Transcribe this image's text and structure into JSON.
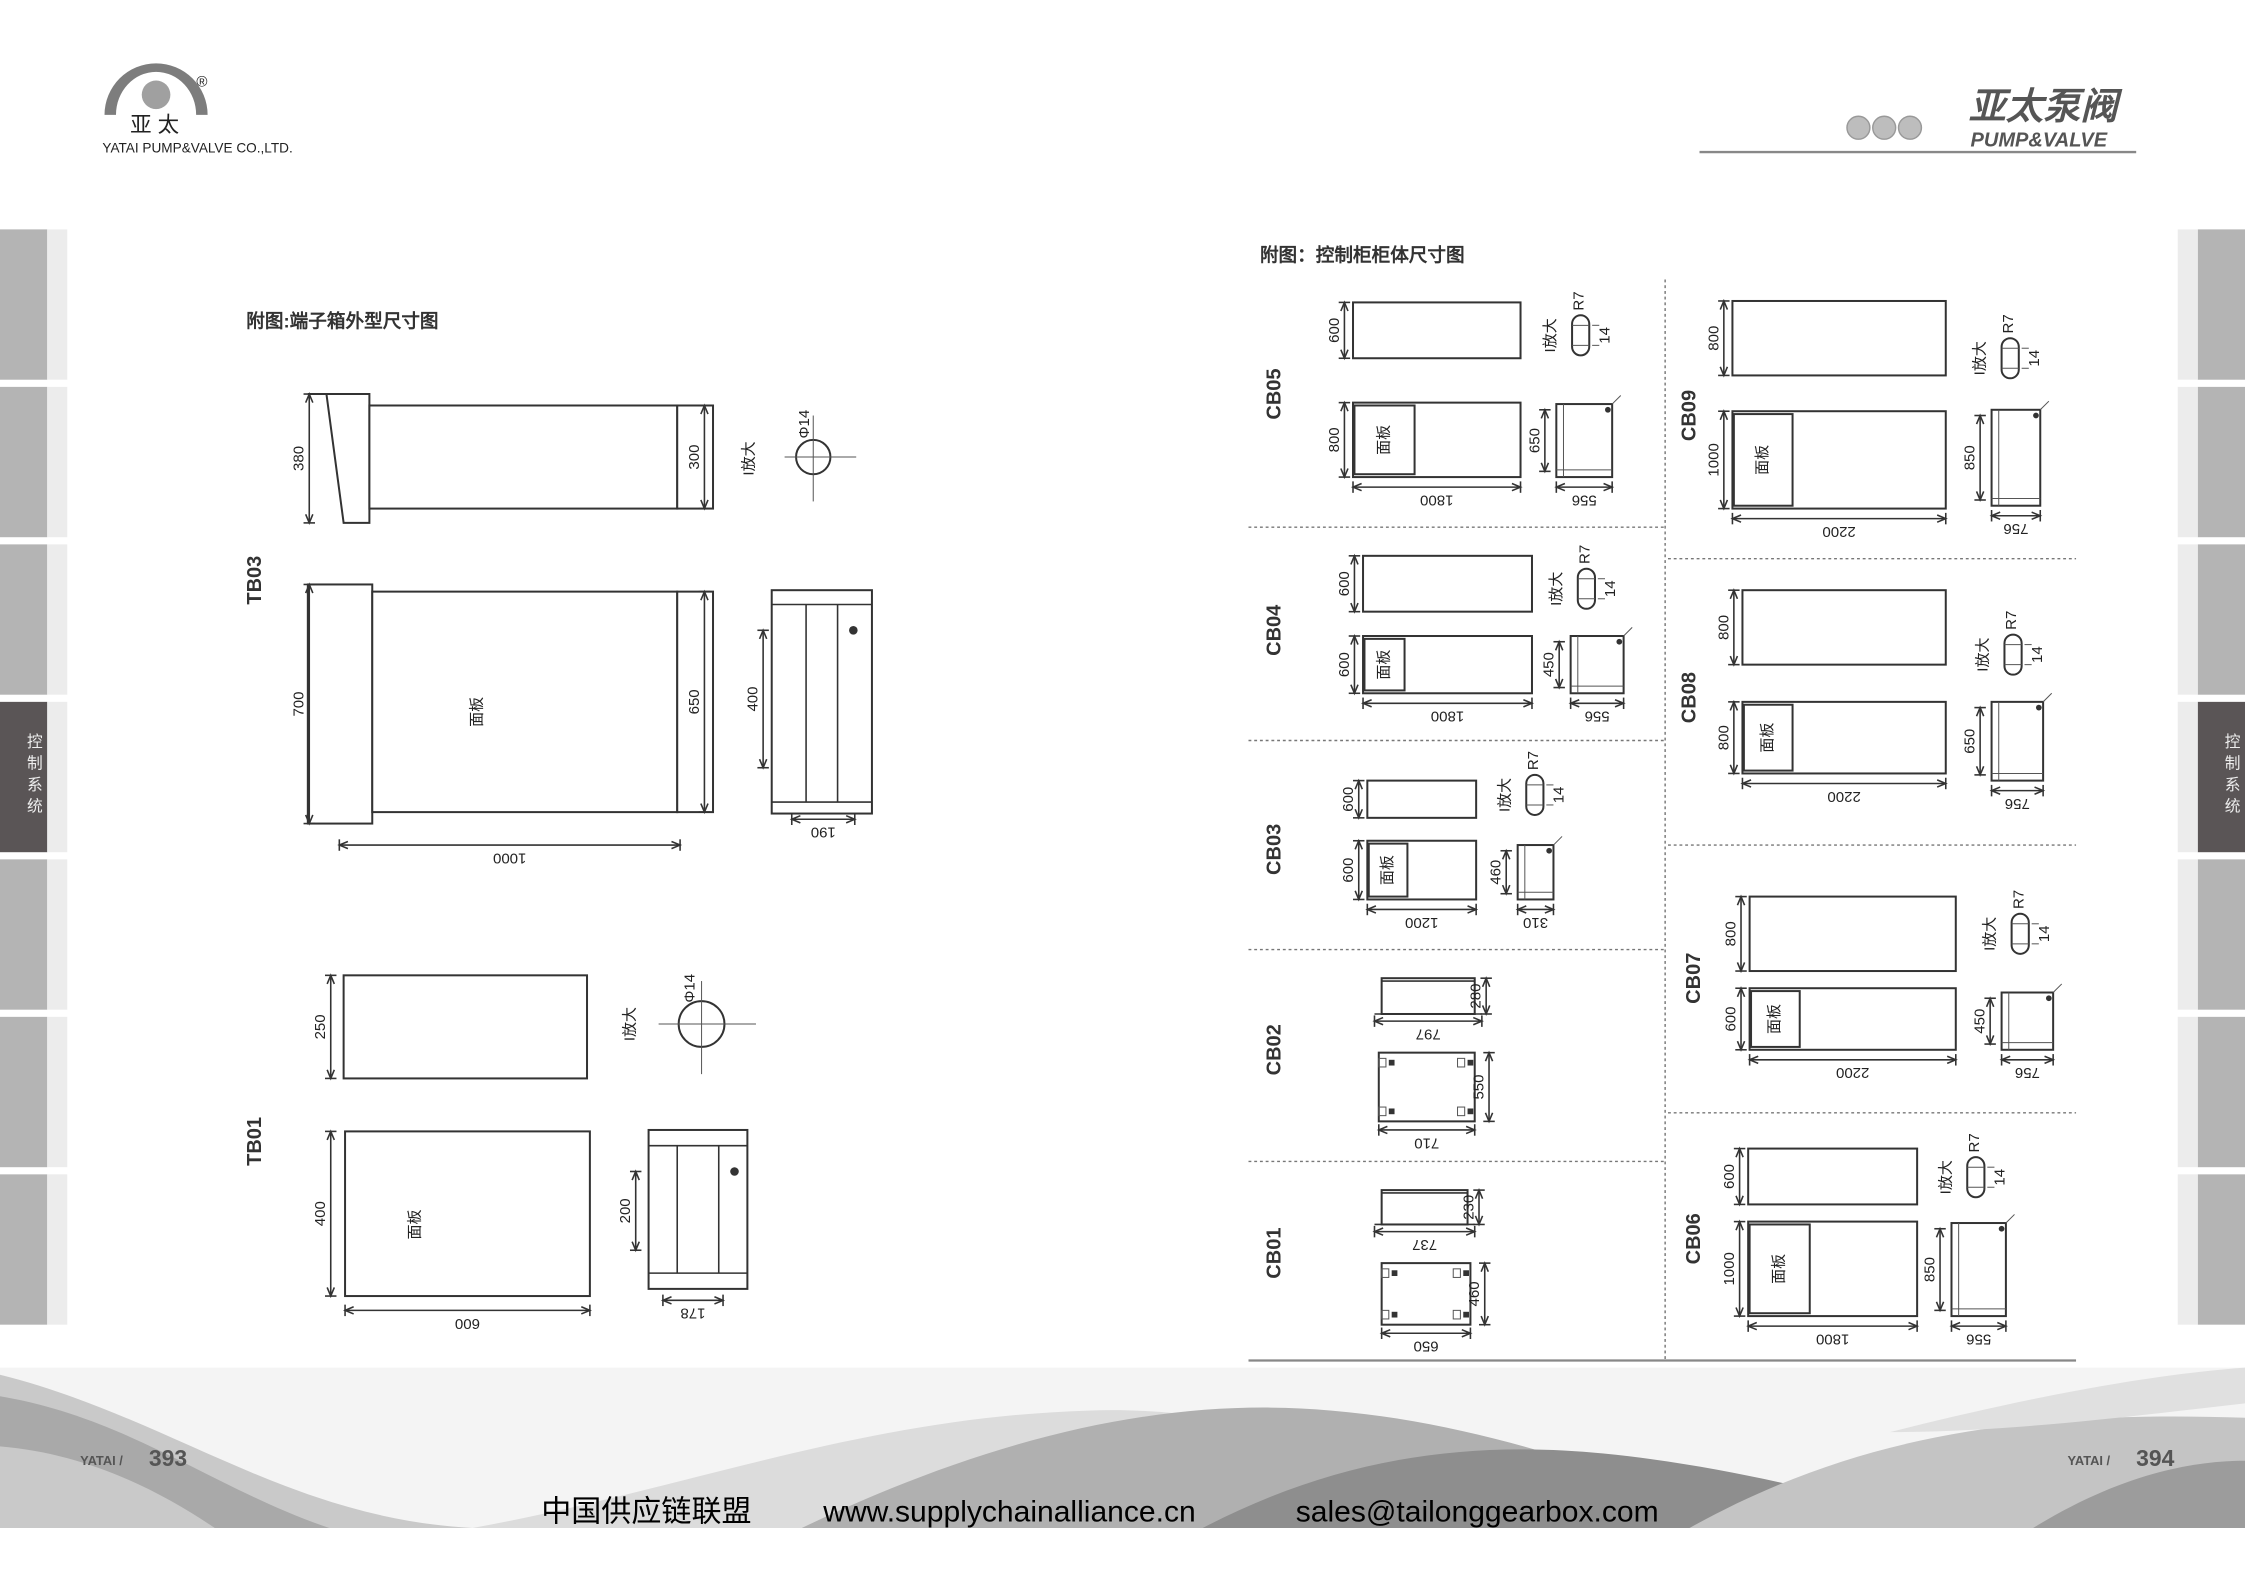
{
  "header": {
    "logo_cn": "亚   太",
    "logo_en": "YATAI PUMP&VALVE CO.,LTD.",
    "logo_registered": "®",
    "brand_cn": "亚太泵阀",
    "brand_en": "PUMP&VALVE"
  },
  "side_tab": {
    "label": "控制系统"
  },
  "left_page": {
    "title": "附图:端子箱外型尺寸图",
    "page_prefix": "YATAI /",
    "page_number": "393",
    "terminal_boxes": [
      {
        "id": "TB03",
        "panel_label": "面板",
        "enlarge_label": "I放大",
        "hole": "Φ14",
        "top": {
          "left_height": "380",
          "right_height": "300"
        },
        "front": {
          "left_height": "700",
          "right_height": "650",
          "width": "1000"
        },
        "side": {
          "hole_spacing": "400",
          "width": "190"
        }
      },
      {
        "id": "TB01",
        "panel_label": "面板",
        "enlarge_label": "I放大",
        "hole": "Φ14",
        "top": {
          "left_height": "250"
        },
        "front": {
          "left_height": "400",
          "width": "600"
        },
        "side": {
          "hole_spacing": "200",
          "width": "178"
        }
      }
    ]
  },
  "right_page": {
    "title": "附图：控制柜柜体尺寸图",
    "page_prefix": "YATAI /",
    "page_number": "394",
    "cabinets": [
      {
        "id": "CB05",
        "top_height": "600",
        "front_height": "800",
        "width": "1800",
        "side_height": "650",
        "depth": "556",
        "slot_radius": "R7",
        "slot_width": "14",
        "panel_label": "面板",
        "enlarge_label": "I放大"
      },
      {
        "id": "CB04",
        "top_height": "600",
        "front_height": "600",
        "width": "1800",
        "side_height": "450",
        "depth": "556",
        "slot_radius": "R7",
        "slot_width": "14",
        "panel_label": "面板",
        "enlarge_label": "I放大"
      },
      {
        "id": "CB03",
        "top_height": "600",
        "front_height": "600",
        "width": "1200",
        "side_height": "460",
        "depth": "310",
        "slot_radius": "R7",
        "slot_width": "14",
        "panel_label": "面板",
        "enlarge_label": "I放大"
      },
      {
        "id": "CB09",
        "top_height": "800",
        "front_height": "1000",
        "width": "2200",
        "side_height": "850",
        "depth": "756",
        "slot_radius": "R7",
        "slot_width": "14",
        "panel_label": "面板",
        "enlarge_label": "I放大"
      },
      {
        "id": "CB08",
        "top_height": "800",
        "front_height": "800",
        "width": "2200",
        "side_height": "650",
        "depth": "756",
        "slot_radius": "R7",
        "slot_width": "14",
        "panel_label": "面板",
        "enlarge_label": "I放大"
      },
      {
        "id": "CB07",
        "top_height": "800",
        "front_height": "600",
        "width": "2200",
        "side_height": "450",
        "depth": "756",
        "slot_radius": "R7",
        "slot_width": "14",
        "panel_label": "面板",
        "enlarge_label": "I放大"
      },
      {
        "id": "CB06",
        "top_height": "600",
        "front_height": "1000",
        "width": "1800",
        "side_height": "850",
        "depth": "556",
        "slot_radius": "R7",
        "slot_width": "14",
        "panel_label": "面板",
        "enlarge_label": "I放大"
      }
    ],
    "small_cabinets": [
      {
        "id": "CB02",
        "top_height": "280",
        "top_width": "797",
        "base_depth": "550",
        "base_width": "710"
      },
      {
        "id": "CB01",
        "top_height": "230",
        "top_width": "737",
        "base_depth": "460",
        "base_width": "650"
      }
    ]
  },
  "footer": {
    "org": "中国供应链联盟",
    "url": "www.supplychainalliance.cn",
    "email": "sales@tailonggearbox.com"
  }
}
